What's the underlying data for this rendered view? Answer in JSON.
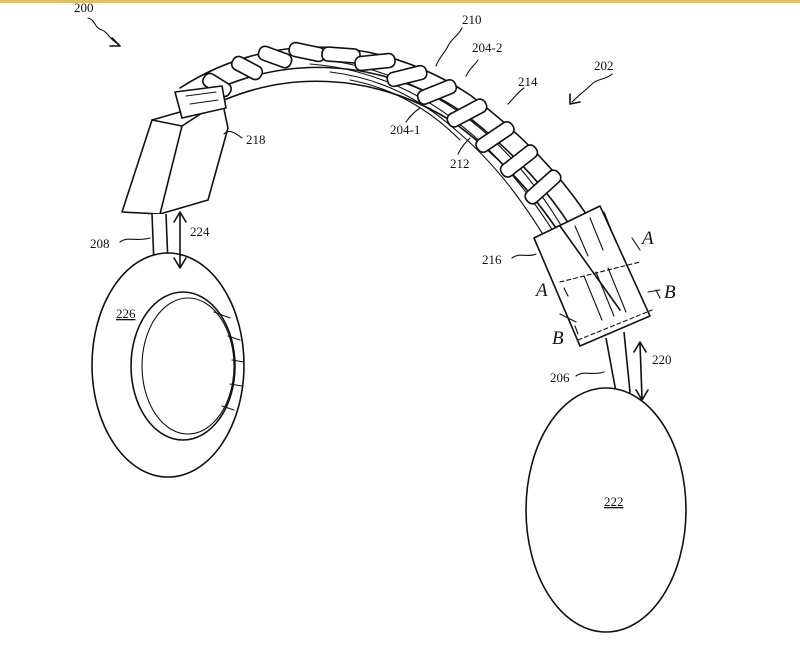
{
  "figure": {
    "labels": {
      "l200": "200",
      "l202": "202",
      "l210": "210",
      "l204_2": "204-2",
      "l214": "214",
      "l204_1": "204-1",
      "l212": "212",
      "l218": "218",
      "l224": "224",
      "l208": "208",
      "l226": "226",
      "l216": "216",
      "l220": "220",
      "l206": "206",
      "l222": "222"
    },
    "section_marks": {
      "a": "A",
      "b": "B"
    }
  },
  "colors": {
    "top_border": "#e0c060",
    "ink": "#111111",
    "paper": "#ffffff"
  }
}
